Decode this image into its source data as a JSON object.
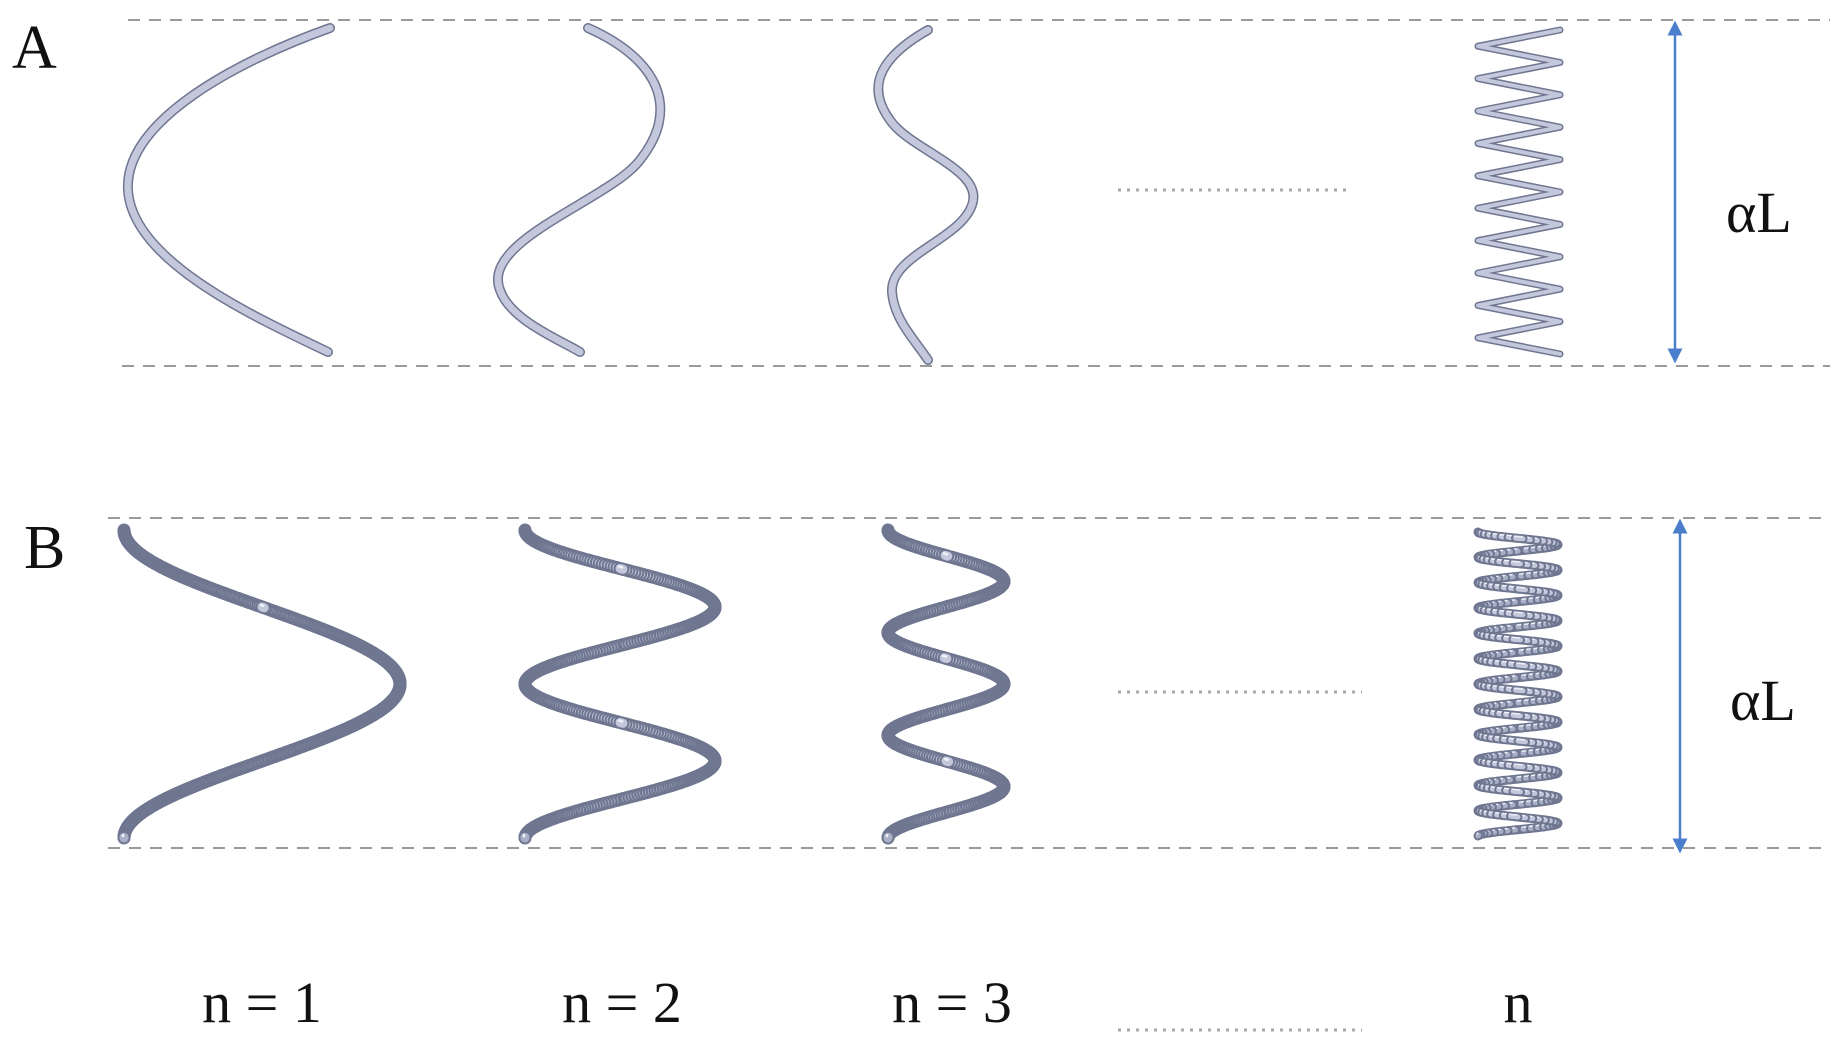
{
  "panels": {
    "a": {
      "label": "A",
      "dimension_label": "αL"
    },
    "b": {
      "label": "B",
      "dimension_label": "αL"
    }
  },
  "columns": [
    {
      "label": "n = 1",
      "turns": 1
    },
    {
      "label": "n = 2",
      "turns": 2
    },
    {
      "label": "n = 3",
      "turns": 3
    },
    {
      "label": "n",
      "turns": null
    }
  ],
  "colors": {
    "tube_outline": "#6f7690",
    "tube_fill": "#c3c8dc",
    "tube_highlight": "#eef0f8",
    "arrow": "#4b7fcc",
    "guide": "#9a9a9a"
  }
}
